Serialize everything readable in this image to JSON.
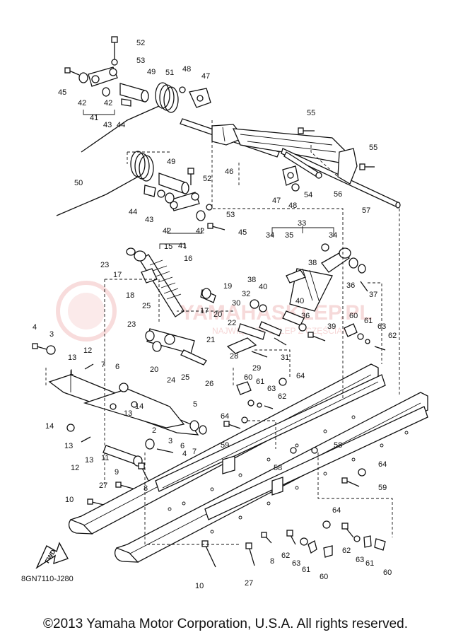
{
  "diagram": {
    "code": "8GN7110-J280",
    "fwd_label": "FWD",
    "watermark": {
      "main": "YAMAHASKLEP.PL",
      "sub": "NAJWIĘKSZY SKLEP Z CZĘŚCIAMI"
    },
    "callouts": [
      "1",
      "2",
      "3",
      "4",
      "5",
      "6",
      "7",
      "8",
      "9",
      "10",
      "11",
      "12",
      "13",
      "14",
      "15",
      "16",
      "17",
      "18",
      "19",
      "20",
      "21",
      "22",
      "23",
      "24",
      "25",
      "26",
      "27",
      "28",
      "29",
      "30",
      "31",
      "32",
      "33",
      "34",
      "35",
      "36",
      "37",
      "38",
      "39",
      "40",
      "41",
      "42",
      "43",
      "44",
      "45",
      "46",
      "47",
      "48",
      "49",
      "50",
      "51",
      "52",
      "53",
      "54",
      "55",
      "56",
      "57",
      "58",
      "59",
      "60",
      "61",
      "62",
      "63",
      "64"
    ]
  },
  "footer": {
    "copyright": "©2013 Yamaha Motor Corporation, U.S.A. All rights reserved."
  }
}
